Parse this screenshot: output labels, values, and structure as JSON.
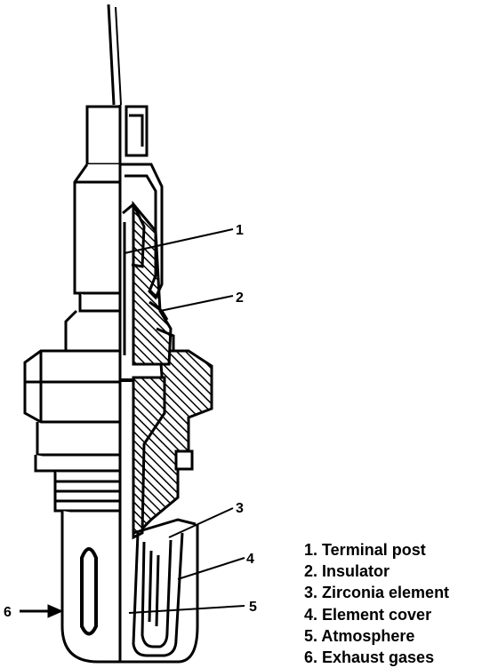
{
  "callout_numbers": [
    "1",
    "2",
    "3",
    "4",
    "5",
    "6"
  ],
  "legend": [
    "1. Terminal post",
    "2. Insulator",
    "3. Zirconia element",
    "4. Element cover",
    "5. Atmosphere",
    "6. Exhaust gases"
  ]
}
